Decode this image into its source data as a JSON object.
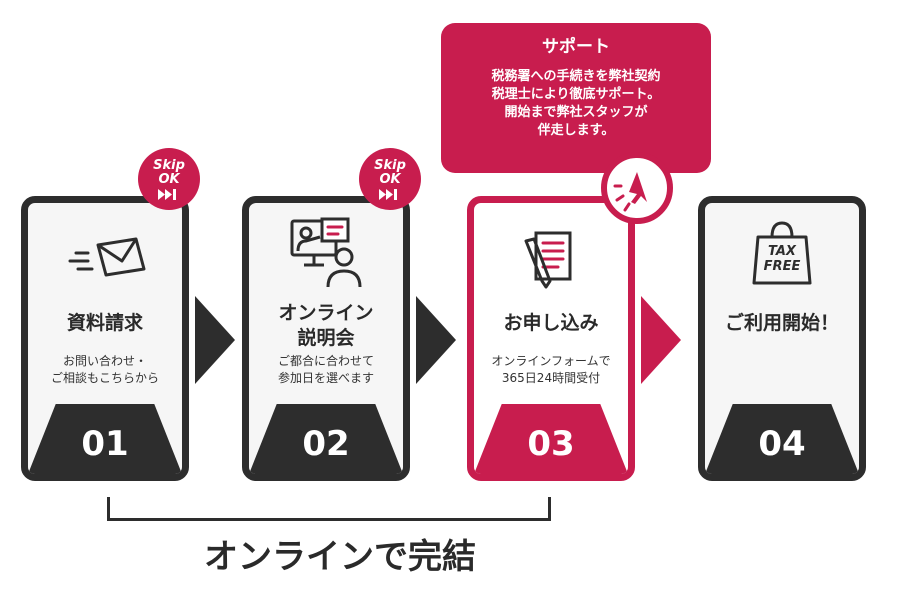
{
  "callout": {
    "title": "サポート",
    "lines": [
      "税務署への手続きを弊社契約",
      "税理士により徹底サポート。",
      "開始まで弊社スタッフが",
      "伴走します。"
    ]
  },
  "skip_badge": {
    "line1": "Skip",
    "line2": "OK",
    "icon": "fast-forward-icon"
  },
  "steps": [
    {
      "number": "01",
      "title": [
        "資料請求"
      ],
      "desc": [
        "お問い合わせ・",
        "ご相談もこちらから"
      ],
      "icon": "mail-icon",
      "skippable": true
    },
    {
      "number": "02",
      "title": [
        "オンライン",
        "説明会"
      ],
      "desc": [
        "ご都合に合わせて",
        "参加日を選べます"
      ],
      "icon": "presentation-icon",
      "skippable": true
    },
    {
      "number": "03",
      "title": [
        "お申し込み"
      ],
      "desc": [
        "オンラインフォームで",
        "365日24時間受付"
      ],
      "icon": "form-pen-icon",
      "skippable": false
    },
    {
      "number": "04",
      "title": [
        "ご利用開始！"
      ],
      "desc": [],
      "icon": "tax-free-bag-icon",
      "skippable": false
    }
  ],
  "tax_free": {
    "line1": "TAX",
    "line2": "FREE"
  },
  "online_label": "オンラインで完結",
  "colors": {
    "accent": "#c81d4e",
    "dark": "#2d2d2d",
    "light_bg": "#f6f6f6"
  }
}
